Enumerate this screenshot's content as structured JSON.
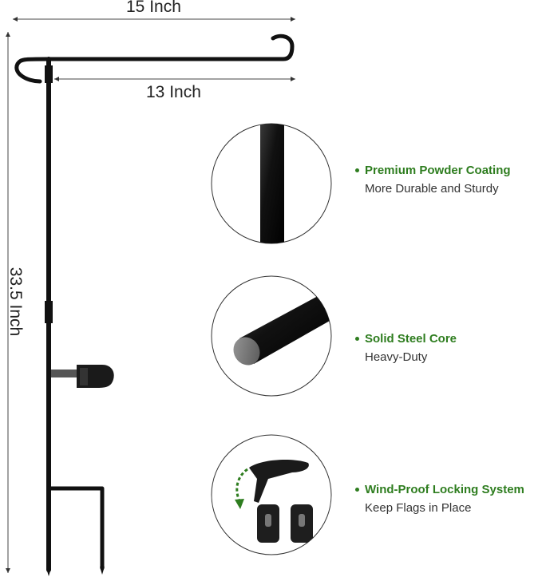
{
  "dimensions": {
    "top_width": "15 Inch",
    "arm_width": "13 Inch",
    "height": "33.5 Inch"
  },
  "features": [
    {
      "title": "Premium Powder Coating",
      "subtitle": "More Durable and Sturdy",
      "icon": "pole-closeup-icon"
    },
    {
      "title": "Solid Steel Core",
      "subtitle": "Heavy-Duty",
      "icon": "steel-rod-cross-section-icon"
    },
    {
      "title": "Wind-Proof Locking System",
      "subtitle": "Keep Flags in Place",
      "icon": "locking-clip-icon"
    }
  ],
  "colors": {
    "accent_green": "#2e7d1f",
    "pole_black": "#111111",
    "text": "#333333"
  }
}
